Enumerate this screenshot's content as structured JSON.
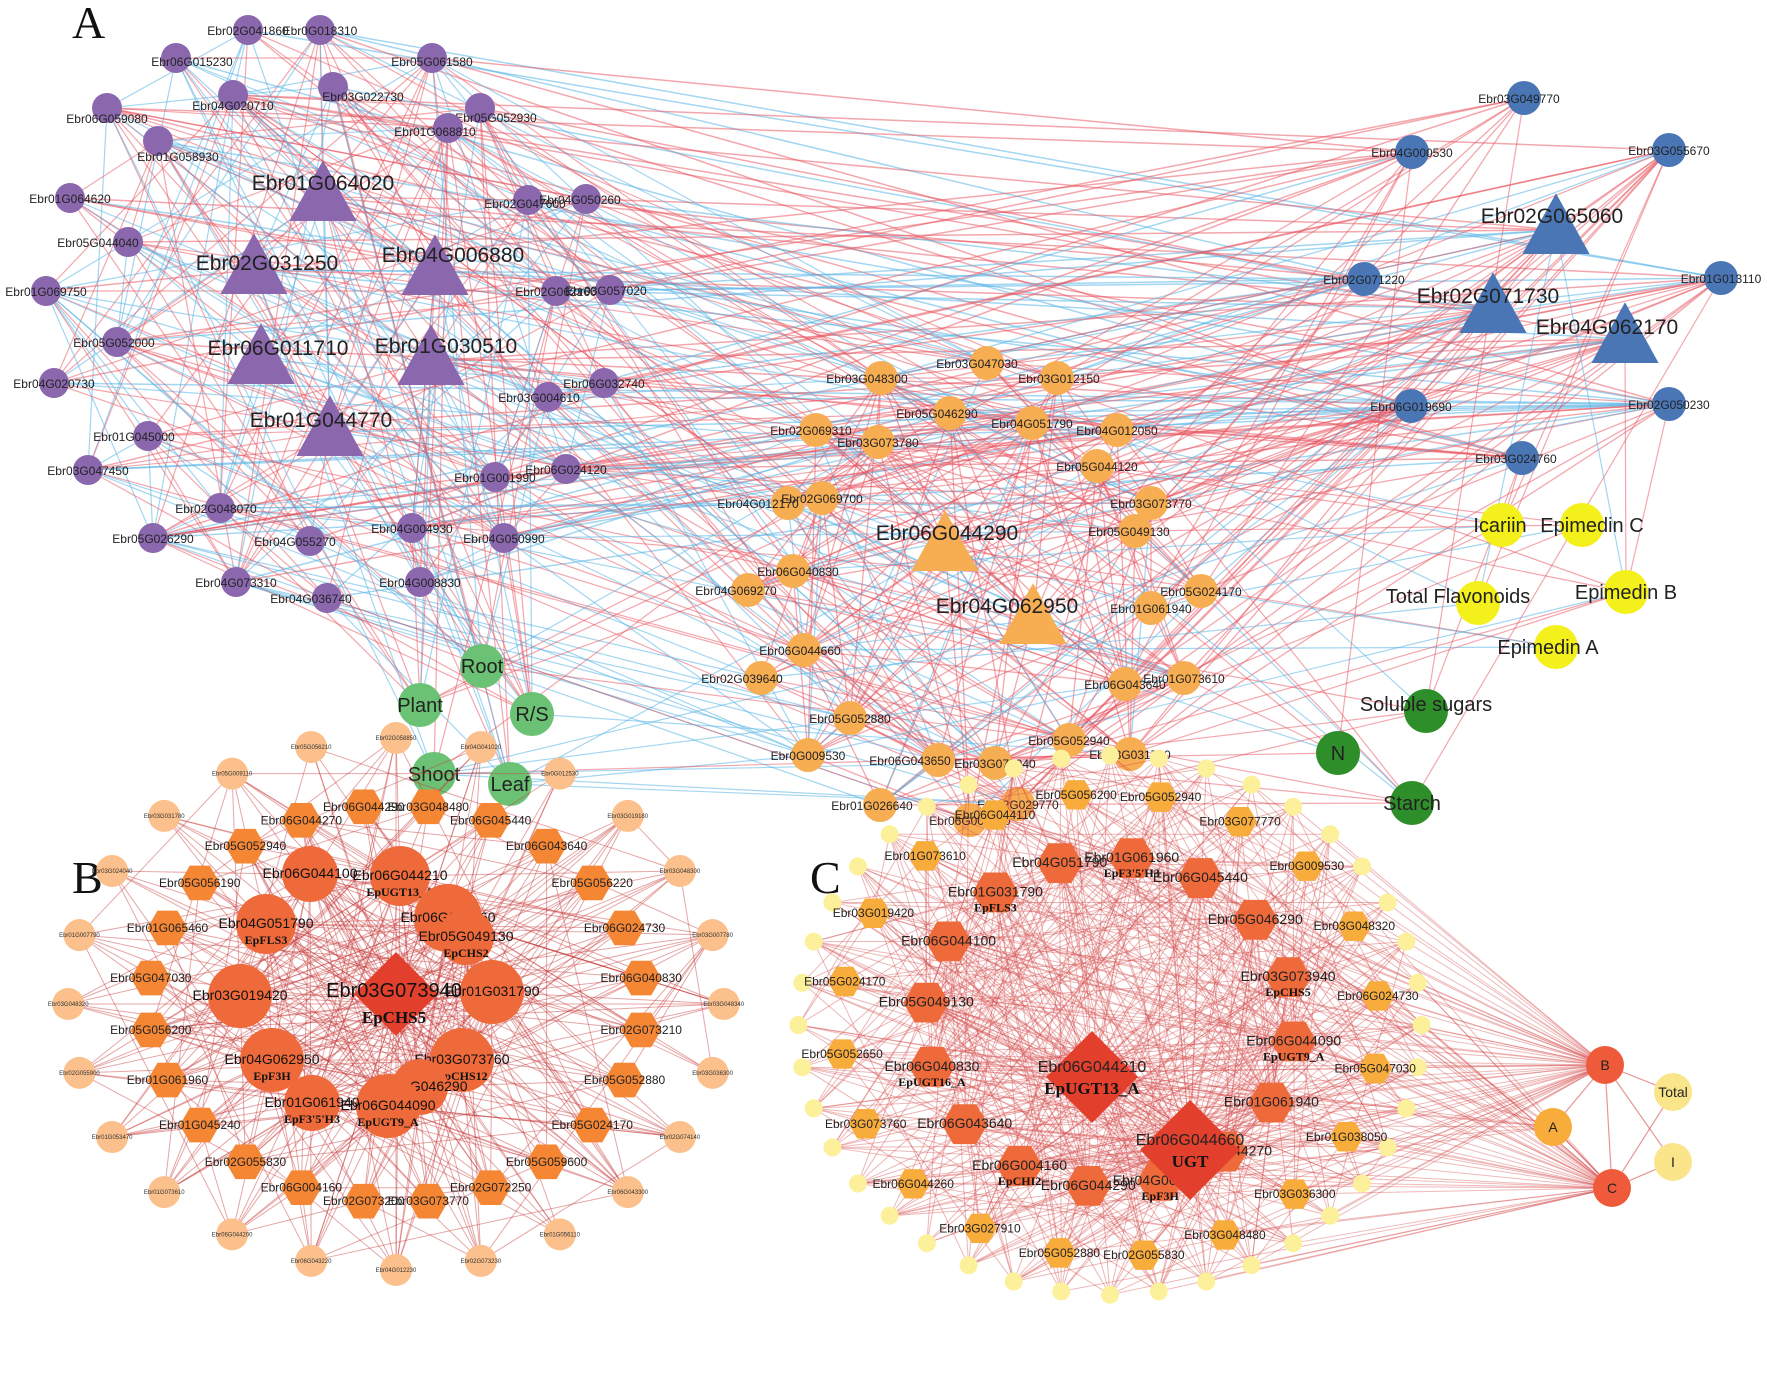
{
  "panels": {
    "A": {
      "label": "A",
      "colors": {
        "purple": "#8b68ae",
        "blue": "#4a76b5",
        "orange": "#f7ae52",
        "yellow": "#f3f01c",
        "light_green": "#6bc275",
        "dark_green": "#2e8e2a",
        "edge_pos": "#e8505b",
        "edge_neg": "#57b4e6"
      },
      "nodes": [
        {
          "id": "Ebr02G041860",
          "group": "purple",
          "shape": "circle",
          "size": "small"
        },
        {
          "id": "Ebr0G018310",
          "group": "purple",
          "shape": "circle",
          "size": "small"
        },
        {
          "id": "Ebr06G015230",
          "group": "purple",
          "shape": "circle",
          "size": "small"
        },
        {
          "id": "Ebr05G061580",
          "group": "purple",
          "shape": "circle",
          "size": "small"
        },
        {
          "id": "Ebr04G020710",
          "group": "purple",
          "shape": "circle",
          "size": "small"
        },
        {
          "id": "Ebr03G022730",
          "group": "purple",
          "shape": "circle",
          "size": "small"
        },
        {
          "id": "Ebr06G059080",
          "group": "purple",
          "shape": "circle",
          "size": "small"
        },
        {
          "id": "Ebr05G052930",
          "group": "purple",
          "shape": "circle",
          "size": "small"
        },
        {
          "id": "Ebr01G068810",
          "group": "purple",
          "shape": "circle",
          "size": "small"
        },
        {
          "id": "Ebr01G058930",
          "group": "purple",
          "shape": "circle",
          "size": "small"
        },
        {
          "id": "Ebr01G064020",
          "group": "purple",
          "shape": "triangle",
          "size": "big"
        },
        {
          "id": "Ebr01G064620",
          "group": "purple",
          "shape": "circle",
          "size": "small"
        },
        {
          "id": "Ebr02G047600",
          "group": "purple",
          "shape": "circle",
          "size": "small"
        },
        {
          "id": "Ebr04G050260",
          "group": "purple",
          "shape": "circle",
          "size": "small"
        },
        {
          "id": "Ebr05G044040",
          "group": "purple",
          "shape": "circle",
          "size": "small"
        },
        {
          "id": "Ebr02G031250",
          "group": "purple",
          "shape": "triangle",
          "size": "big"
        },
        {
          "id": "Ebr04G006880",
          "group": "purple",
          "shape": "triangle",
          "size": "big"
        },
        {
          "id": "Ebr01G069750",
          "group": "purple",
          "shape": "circle",
          "size": "small"
        },
        {
          "id": "Ebr02G062160",
          "group": "purple",
          "shape": "circle",
          "size": "small"
        },
        {
          "id": "Ebr03G057020",
          "group": "purple",
          "shape": "circle",
          "size": "small"
        },
        {
          "id": "Ebr05G052000",
          "group": "purple",
          "shape": "circle",
          "size": "small"
        },
        {
          "id": "Ebr06G011710",
          "group": "purple",
          "shape": "triangle",
          "size": "big"
        },
        {
          "id": "Ebr01G030510",
          "group": "purple",
          "shape": "triangle",
          "size": "big"
        },
        {
          "id": "Ebr04G020730",
          "group": "purple",
          "shape": "circle",
          "size": "small"
        },
        {
          "id": "Ebr06G032740",
          "group": "purple",
          "shape": "circle",
          "size": "small"
        },
        {
          "id": "Ebr03G004610",
          "group": "purple",
          "shape": "circle",
          "size": "small"
        },
        {
          "id": "Ebr01G044770",
          "group": "purple",
          "shape": "triangle",
          "size": "big"
        },
        {
          "id": "Ebr01G045000",
          "group": "purple",
          "shape": "circle",
          "size": "small"
        },
        {
          "id": "Ebr03G047450",
          "group": "purple",
          "shape": "circle",
          "size": "small"
        },
        {
          "id": "Ebr06G024120",
          "group": "purple",
          "shape": "circle",
          "size": "small"
        },
        {
          "id": "Ebr01G001990",
          "group": "purple",
          "shape": "circle",
          "size": "small"
        },
        {
          "id": "Ebr02G048070",
          "group": "purple",
          "shape": "circle",
          "size": "small"
        },
        {
          "id": "Ebr04G004930",
          "group": "purple",
          "shape": "circle",
          "size": "small"
        },
        {
          "id": "Ebr05G026290",
          "group": "purple",
          "shape": "circle",
          "size": "small"
        },
        {
          "id": "Ebr04G055270",
          "group": "purple",
          "shape": "circle",
          "size": "small"
        },
        {
          "id": "Ebr04G050990",
          "group": "purple",
          "shape": "circle",
          "size": "small"
        },
        {
          "id": "Ebr04G073310",
          "group": "purple",
          "shape": "circle",
          "size": "small"
        },
        {
          "id": "Ebr04G008830",
          "group": "purple",
          "shape": "circle",
          "size": "small"
        },
        {
          "id": "Ebr04G036740",
          "group": "purple",
          "shape": "circle",
          "size": "small"
        },
        {
          "id": "Ebr03G049770",
          "group": "blue",
          "shape": "circle",
          "size": "small"
        },
        {
          "id": "Ebr04G000530",
          "group": "blue",
          "shape": "circle",
          "size": "small"
        },
        {
          "id": "Ebr03G055670",
          "group": "blue",
          "shape": "circle",
          "size": "small"
        },
        {
          "id": "Ebr02G065060",
          "group": "blue",
          "shape": "triangle",
          "size": "big"
        },
        {
          "id": "Ebr02G071220",
          "group": "blue",
          "shape": "circle",
          "size": "small"
        },
        {
          "id": "Ebr01G013110",
          "group": "blue",
          "shape": "circle",
          "size": "small"
        },
        {
          "id": "Ebr02G071730",
          "group": "blue",
          "shape": "triangle",
          "size": "big"
        },
        {
          "id": "Ebr04G062170",
          "group": "blue",
          "shape": "triangle",
          "size": "big"
        },
        {
          "id": "Ebr06G019690",
          "group": "blue",
          "shape": "circle",
          "size": "small"
        },
        {
          "id": "Ebr02G050230",
          "group": "blue",
          "shape": "circle",
          "size": "small"
        },
        {
          "id": "Ebr03G024760",
          "group": "blue",
          "shape": "circle",
          "size": "small"
        },
        {
          "id": "Ebr03G047030",
          "group": "orange",
          "shape": "circle",
          "size": "small"
        },
        {
          "id": "Ebr03G048300",
          "group": "orange",
          "shape": "circle",
          "size": "small"
        },
        {
          "id": "Ebr03G012150",
          "group": "orange",
          "shape": "circle",
          "size": "small"
        },
        {
          "id": "Ebr05G046290",
          "group": "orange",
          "shape": "circle",
          "size": "small"
        },
        {
          "id": "Ebr02G069310",
          "group": "orange",
          "shape": "circle",
          "size": "small"
        },
        {
          "id": "Ebr04G051790",
          "group": "orange",
          "shape": "circle",
          "size": "small"
        },
        {
          "id": "Ebr04G012050",
          "group": "orange",
          "shape": "circle",
          "size": "small"
        },
        {
          "id": "Ebr03G073780",
          "group": "orange",
          "shape": "circle",
          "size": "small"
        },
        {
          "id": "Ebr05G044120",
          "group": "orange",
          "shape": "circle",
          "size": "small"
        },
        {
          "id": "Ebr04G012170",
          "group": "orange",
          "shape": "circle",
          "size": "small"
        },
        {
          "id": "Ebr02G069700",
          "group": "orange",
          "shape": "circle",
          "size": "small"
        },
        {
          "id": "Ebr03G073770",
          "group": "orange",
          "shape": "circle",
          "size": "small"
        },
        {
          "id": "Ebr05G049130",
          "group": "orange",
          "shape": "circle",
          "size": "small"
        },
        {
          "id": "Ebr06G044290",
          "group": "orange",
          "shape": "triangle",
          "size": "big"
        },
        {
          "id": "Ebr06G040830",
          "group": "orange",
          "shape": "circle",
          "size": "small"
        },
        {
          "id": "Ebr04G069270",
          "group": "orange",
          "shape": "circle",
          "size": "small"
        },
        {
          "id": "Ebr05G024170",
          "group": "orange",
          "shape": "circle",
          "size": "small"
        },
        {
          "id": "Ebr04G062950",
          "group": "orange",
          "shape": "triangle",
          "size": "big"
        },
        {
          "id": "Ebr01G061940",
          "group": "orange",
          "shape": "circle",
          "size": "small"
        },
        {
          "id": "Ebr06G044660",
          "group": "orange",
          "shape": "circle",
          "size": "small"
        },
        {
          "id": "Ebr02G039640",
          "group": "orange",
          "shape": "circle",
          "size": "small"
        },
        {
          "id": "Ebr06G043640",
          "group": "orange",
          "shape": "circle",
          "size": "small"
        },
        {
          "id": "Ebr01G073610",
          "group": "orange",
          "shape": "circle",
          "size": "small"
        },
        {
          "id": "Ebr05G052880",
          "group": "orange",
          "shape": "circle",
          "size": "small"
        },
        {
          "id": "Ebr05G052940",
          "group": "orange",
          "shape": "circle",
          "size": "small"
        },
        {
          "id": "Ebr0G009530",
          "group": "orange",
          "shape": "circle",
          "size": "small"
        },
        {
          "id": "Ebr06G043650",
          "group": "orange",
          "shape": "circle",
          "size": "small"
        },
        {
          "id": "Ebr03G031780",
          "group": "orange",
          "shape": "circle",
          "size": "small"
        },
        {
          "id": "Ebr03G073940",
          "group": "orange",
          "shape": "circle",
          "size": "small"
        },
        {
          "id": "Ebr01G026640",
          "group": "orange",
          "shape": "circle",
          "size": "small"
        },
        {
          "id": "Ebr02G029770",
          "group": "orange",
          "shape": "circle",
          "size": "small"
        },
        {
          "id": "Ebr06G004160",
          "group": "orange",
          "shape": "circle",
          "size": "small"
        },
        {
          "id": "Icariin",
          "group": "yellow",
          "shape": "circle",
          "size": "trait"
        },
        {
          "id": "Epimedin C",
          "group": "yellow",
          "shape": "circle",
          "size": "trait"
        },
        {
          "id": "Total Flavonoids",
          "group": "yellow",
          "shape": "circle",
          "size": "trait"
        },
        {
          "id": "Epimedin B",
          "group": "yellow",
          "shape": "circle",
          "size": "trait"
        },
        {
          "id": "Epimedin A",
          "group": "yellow",
          "shape": "circle",
          "size": "trait"
        },
        {
          "id": "Soluble sugars",
          "group": "dark_green",
          "shape": "circle",
          "size": "trait"
        },
        {
          "id": "N",
          "group": "dark_green",
          "shape": "circle",
          "size": "trait"
        },
        {
          "id": "Starch",
          "group": "dark_green",
          "shape": "circle",
          "size": "trait"
        },
        {
          "id": "Root",
          "group": "light_green",
          "shape": "circle",
          "size": "trait"
        },
        {
          "id": "Plant",
          "group": "light_green",
          "shape": "circle",
          "size": "trait"
        },
        {
          "id": "R/S",
          "group": "light_green",
          "shape": "circle",
          "size": "trait"
        },
        {
          "id": "Shoot",
          "group": "light_green",
          "shape": "circle",
          "size": "trait"
        },
        {
          "id": "Leaf",
          "group": "light_green",
          "shape": "circle",
          "size": "trait"
        }
      ]
    },
    "B": {
      "label": "B",
      "center": {
        "id": "Ebr03G073940",
        "sub": "EpCHS5"
      },
      "inner": [
        {
          "id": "Ebr06G044100",
          "sub": ""
        },
        {
          "id": "Ebr06G044210",
          "sub": "EpUGT13_A"
        },
        {
          "id": "Ebr06G044660",
          "sub": ""
        },
        {
          "id": "Ebr05G049130",
          "sub": "EpCHS2"
        },
        {
          "id": "Ebr01G031790",
          "sub": ""
        },
        {
          "id": "Ebr03G073760",
          "sub": "EpCHS12"
        },
        {
          "id": "Ebr05G046290",
          "sub": ""
        },
        {
          "id": "Ebr06G044090",
          "sub": "EpUGT9_A"
        },
        {
          "id": "Ebr01G061940",
          "sub": "EpF3'5'H3"
        },
        {
          "id": "Ebr04G062950",
          "sub": "EpF3H"
        },
        {
          "id": "Ebr03G019420",
          "sub": ""
        },
        {
          "id": "Ebr04G051790",
          "sub": "EpFLS3"
        }
      ],
      "middle": [
        "Ebr03G048480",
        "Ebr06G045440",
        "Ebr06G043640",
        "Ebr05G056220",
        "Ebr06G024730",
        "Ebr06G040830",
        "Ebr02G073210",
        "Ebr05G052880",
        "Ebr05G024170",
        "Ebr05G059600",
        "Ebr02G072250",
        "Ebr03G073770",
        "Ebr02G073200",
        "Ebr06G004160",
        "Ebr02G055830",
        "Ebr01G045240",
        "Ebr01G061960",
        "Ebr05G056200",
        "Ebr05G047030",
        "Ebr01G065460",
        "Ebr05G056190",
        "Ebr05G052940",
        "Ebr06G044270",
        "Ebr06G044290"
      ],
      "outer": [
        "Ebr02G058850",
        "Ebr04G041020",
        "Ebr0G012530",
        "Ebr03G019180",
        "Ebr03G048300",
        "Ebr03G007780",
        "Ebr03G048340",
        "Ebr03G036300",
        "Ebr02G074140",
        "Ebr06G043300",
        "Ebr01G056110",
        "Ebr02G073230",
        "Ebr04G012230",
        "Ebr06G043220",
        "Ebr06G044200",
        "Ebr01G073610",
        "Ebr01G053470",
        "Ebr02G055900",
        "Ebr03G048320",
        "Ebr01G007790",
        "Ebr03G024040",
        "Ebr03G031780",
        "Ebr05G009110",
        "Ebr05G056210"
      ],
      "colors": {
        "center": "#e2402c",
        "inner": "#ee6a3a",
        "middle": "#f58634",
        "outer": "#fbc08c",
        "edge": "#c83a3a"
      }
    },
    "C": {
      "label": "C",
      "centers": [
        {
          "id": "Ebr06G044210",
          "sub": "EpUGT13_A"
        },
        {
          "id": "Ebr06G044660",
          "sub": "UGT"
        }
      ],
      "inner": [
        {
          "id": "Ebr01G061960",
          "sub": "EpF3'5'H3"
        },
        {
          "id": "Ebr06G045440",
          "sub": ""
        },
        {
          "id": "Ebr05G046290",
          "sub": ""
        },
        {
          "id": "Ebr03G073940",
          "sub": "EpCHS5"
        },
        {
          "id": "Ebr06G044090",
          "sub": "EpUGT9_A"
        },
        {
          "id": "Ebr01G061940",
          "sub": ""
        },
        {
          "id": "Ebr06G044270",
          "sub": ""
        },
        {
          "id": "Ebr04G062950",
          "sub": "EpF3H"
        },
        {
          "id": "Ebr06G044290",
          "sub": ""
        },
        {
          "id": "Ebr06G004160",
          "sub": "EpCHI2"
        },
        {
          "id": "Ebr06G043640",
          "sub": ""
        },
        {
          "id": "Ebr06G040830",
          "sub": "EpUGT16_A"
        },
        {
          "id": "Ebr05G049130",
          "sub": ""
        },
        {
          "id": "Ebr06G044100",
          "sub": ""
        },
        {
          "id": "Ebr01G031790",
          "sub": "EpFLS3"
        },
        {
          "id": "Ebr04G051790",
          "sub": ""
        }
      ],
      "middle": [
        "Ebr05G052940",
        "Ebr03G077770",
        "Ebr0G009530",
        "Ebr03G048320",
        "Ebr06G024730",
        "Ebr05G047030",
        "Ebr01G038050",
        "Ebr03G036300",
        "Ebr03G048480",
        "Ebr02G055830",
        "Ebr05G052880",
        "Ebr03G027910",
        "Ebr06G044260",
        "Ebr03G073760",
        "Ebr05G052650",
        "Ebr05G024170",
        "Ebr03G019420",
        "Ebr01G073610",
        "Ebr06G044110",
        "Ebr05G056200"
      ],
      "traits": [
        {
          "id": "B",
          "color": "#ef5b3a"
        },
        {
          "id": "Total",
          "color": "#fbe58a"
        },
        {
          "id": "A",
          "color": "#f8ac3c"
        },
        {
          "id": "I",
          "color": "#fbe58a"
        },
        {
          "id": "C",
          "color": "#ef5b3a"
        }
      ],
      "colors": {
        "center": "#e2402c",
        "inner": "#ee6a3a",
        "middle": "#f8ac3c",
        "outer": "#fdf09a",
        "edge": "#d65050"
      }
    }
  }
}
